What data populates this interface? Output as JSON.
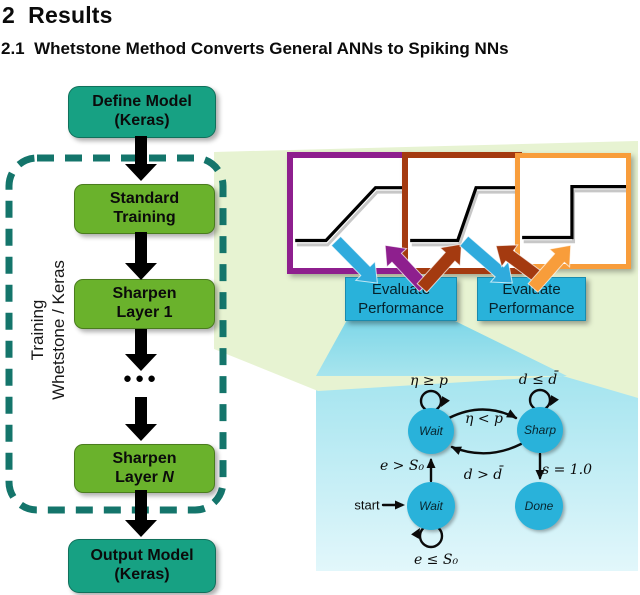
{
  "headings": {
    "section": "2  Results",
    "subsection": "2.1  Whetstone Method Converts General ANNs to Spiking NNs"
  },
  "flowchart": {
    "define_model": {
      "line1": "Define Model",
      "line2": "(Keras)"
    },
    "standard_training": {
      "line1": "Standard",
      "line2": "Training"
    },
    "sharpen_layer_1": {
      "line1": "Sharpen",
      "line2": "Layer 1"
    },
    "ellipsis": "●●●",
    "sharpen_layer_n": {
      "line1": "Sharpen",
      "line2_prefix": "Layer ",
      "line2_var": "N"
    },
    "output_model": {
      "line1": "Output Model",
      "line2": "(Keras)"
    },
    "side_label": {
      "line1": "Training",
      "line2": "Whetstone / Keras"
    }
  },
  "evaluate_box": {
    "line1": "Evaluate",
    "line2": "Performance"
  },
  "state_machine": {
    "wait_top": "Wait",
    "sharp": "Sharp",
    "wait_start": "Wait",
    "done": "Done",
    "edge_labels": {
      "self_wait_top": "η ≥ p",
      "wait_to_sharp": "η < p",
      "self_sharp": "d ≤ d̄",
      "sharp_to_wait": "d > d̄",
      "wait_start_to_wait": "e > S₀",
      "sharp_to_done": "s = 1.0",
      "start": "start",
      "self_wait_start": "e ≤ S₀"
    }
  },
  "colors": {
    "teal": "#17a183",
    "green": "#6ab22c",
    "dash": "#14756b",
    "cyan_box": "#29b2da",
    "cyan_arrow": "#2fabdd",
    "purple": "#8e1f8e",
    "brick": "#a43a10",
    "orange": "#f89d3b",
    "pale_green": "#e7f3d2",
    "panel_top": "#a4e4ef",
    "panel_bottom": "#e2f7fb",
    "wedge_top": "#79d5e9",
    "ink": "#0b0b0b"
  }
}
